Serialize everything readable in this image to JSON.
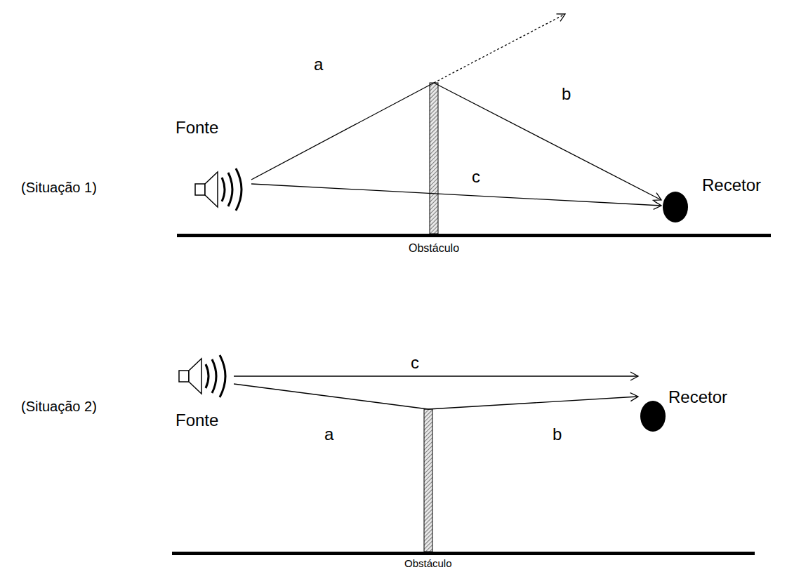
{
  "diagram": {
    "labels": [
      "(Situação 1)",
      "Fonte",
      "a",
      "b",
      "c",
      "Recetor",
      "Obstáculo",
      "(Situação 2)",
      "Fonte",
      "c",
      "Recetor",
      "a",
      "b",
      "Obstáculo"
    ]
  }
}
